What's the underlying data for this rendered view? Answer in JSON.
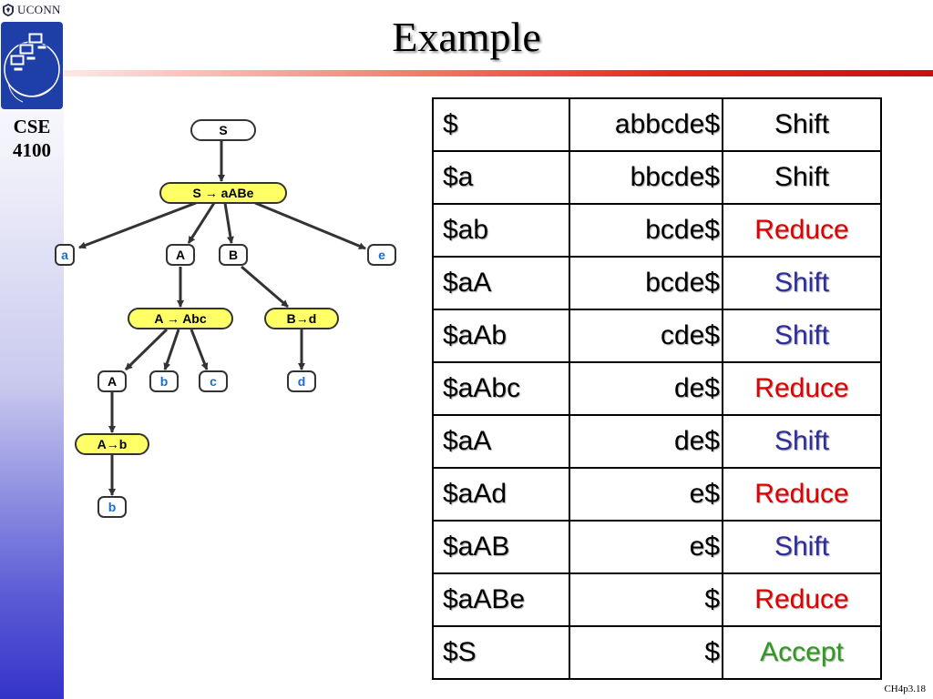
{
  "header": {
    "university": "UCONN",
    "course": "CSE",
    "course_number": "4100",
    "title": "Example"
  },
  "tree": {
    "nodes": [
      {
        "label": "S",
        "kind": "symbol",
        "color": "#000000"
      },
      {
        "label": "S → aABe",
        "kind": "production"
      },
      {
        "label": "a",
        "kind": "terminal",
        "color": "#1a6fd0"
      },
      {
        "label": "A",
        "kind": "symbol",
        "color": "#000000"
      },
      {
        "label": "B",
        "kind": "symbol",
        "color": "#000000"
      },
      {
        "label": "e",
        "kind": "terminal",
        "color": "#1a6fd0"
      },
      {
        "label": "A → Abc",
        "kind": "production"
      },
      {
        "label": "B→d",
        "kind": "production"
      },
      {
        "label": "A",
        "kind": "symbol",
        "color": "#000000"
      },
      {
        "label": "b",
        "kind": "terminal",
        "color": "#1a6fd0"
      },
      {
        "label": "c",
        "kind": "terminal",
        "color": "#1a6fd0"
      },
      {
        "label": "d",
        "kind": "terminal",
        "color": "#1a6fd0"
      },
      {
        "label": "A→b",
        "kind": "production"
      },
      {
        "label": "b",
        "kind": "terminal",
        "color": "#1a6fd0"
      }
    ],
    "production_fill": "#ffff66"
  },
  "table": {
    "rows": [
      {
        "stack": "$",
        "input": "abbcde$",
        "action": "Shift",
        "color": "#000000"
      },
      {
        "stack": "$a",
        "input": "bbcde$",
        "action": "Shift",
        "color": "#000000"
      },
      {
        "stack": "$ab",
        "input": "bcde$",
        "action": "Reduce",
        "color": "#e00000"
      },
      {
        "stack": "$aA",
        "input": "bcde$",
        "action": "Shift",
        "color": "#2d2d9c"
      },
      {
        "stack": "$aAb",
        "input": "cde$",
        "action": "Shift",
        "color": "#2d2d9c"
      },
      {
        "stack": "$aAbc",
        "input": "de$",
        "action": "Reduce",
        "color": "#e00000"
      },
      {
        "stack": "$aA",
        "input": "de$",
        "action": "Shift",
        "color": "#2d2d9c"
      },
      {
        "stack": "$aAd",
        "input": "e$",
        "action": "Reduce",
        "color": "#e00000"
      },
      {
        "stack": "$aAB",
        "input": "e$",
        "action": "Shift",
        "color": "#2d2d9c"
      },
      {
        "stack": "$aABe",
        "input": "$",
        "action": "Reduce",
        "color": "#e00000"
      },
      {
        "stack": "$S",
        "input": "$",
        "action": "Accept",
        "color": "#2e9a20"
      }
    ]
  },
  "footer": {
    "slide_id": "CH4p3.18"
  }
}
